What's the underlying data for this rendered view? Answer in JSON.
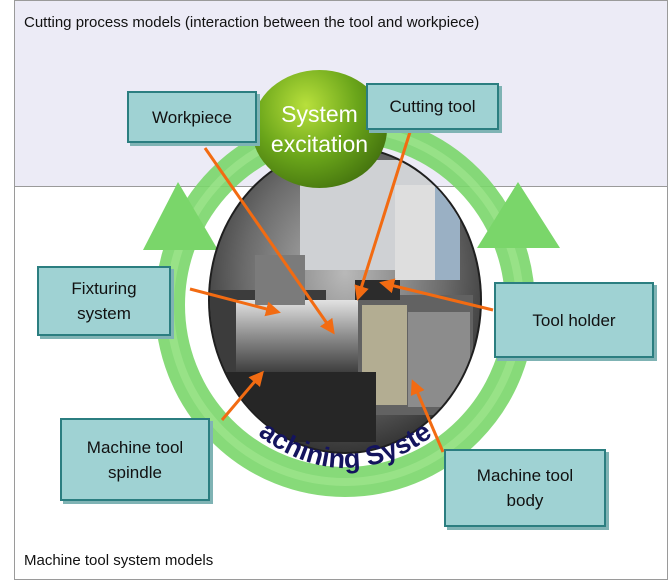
{
  "top_region": {
    "title": "Cutting process models (interaction between the tool and workpiece)"
  },
  "bottom_region": {
    "title": "Machine tool system models"
  },
  "center": {
    "excitation_line1": "System",
    "excitation_line2": "excitation",
    "arc_label": "Machining System"
  },
  "boxes": {
    "workpiece": "Workpiece",
    "cutting_tool": "Cutting tool",
    "fixturing_line1": "Fixturing",
    "fixturing_line2": "system",
    "tool_holder": "Tool holder",
    "spindle_line1": "Machine tool",
    "spindle_line2": "spindle",
    "body_line1": "Machine tool",
    "body_line2": "body"
  },
  "colors": {
    "box_fill": "#9fd2d3",
    "box_border": "#2b7e80",
    "arrow": "#f26b12",
    "cycle_green": "#7ad66a",
    "excitation_green": "#6aa51a"
  }
}
